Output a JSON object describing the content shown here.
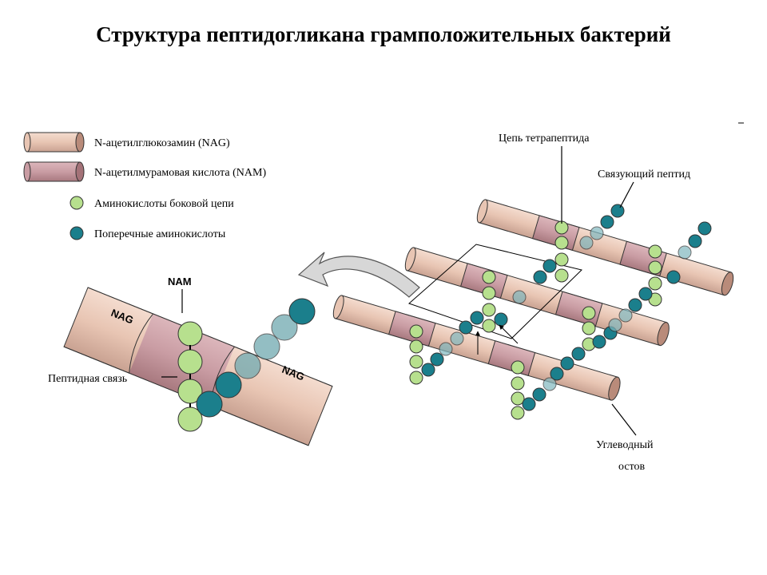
{
  "title": "Структура пептидогликана грамположительных бактерий",
  "legend": {
    "nag": "N-ацетилглюкозамин (NAG)",
    "nam": "N-ацетилмурамовая кислота (NAM)",
    "side_chain": "Аминокислоты боковой цепи",
    "cross_link": "Поперечные аминокислоты"
  },
  "labels": {
    "tetrapeptide_chain": "Цепь тетрапептида",
    "bridge_peptide": "Связующий пептид",
    "carbohydrate_line1": "Углеводный",
    "carbohydrate_line2": "остов",
    "peptide_bond": "Пептидная связь",
    "zoom_nam": "NAM",
    "zoom_nag_left": "NAG",
    "zoom_nag_right": "NAG"
  },
  "colors": {
    "nag_fill": "#e8c5b3",
    "nam_fill": "#c99ca3",
    "side_chain": "#b7e08e",
    "cross_link": "#1b7f8c",
    "outline": "#333333"
  }
}
